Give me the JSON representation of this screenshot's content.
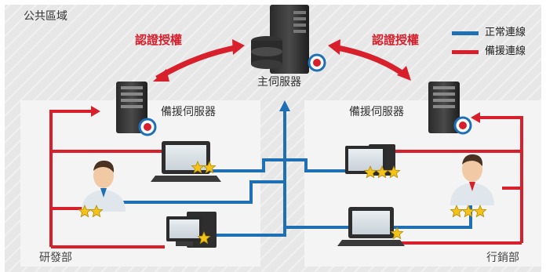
{
  "zone_label": "公共區域",
  "main_server_label": "主伺服器",
  "backup_server_left_label": "備援伺服器",
  "backup_server_right_label": "備援伺服器",
  "auth_left": "認證授權",
  "auth_right": "認證授權",
  "dept_left": "研發部",
  "dept_right": "行銷部",
  "legend": {
    "normal": "正常連線",
    "backup": "備援連線",
    "normal_color": "#1f6fb5",
    "backup_color": "#d7202c"
  },
  "devices_left": [
    {
      "type": "laptop",
      "stars": 2
    },
    {
      "type": "user",
      "stars": 2
    },
    {
      "type": "desktop",
      "stars": 1
    }
  ],
  "devices_right": [
    {
      "type": "desktop",
      "stars": 3
    },
    {
      "type": "user",
      "stars": 3
    },
    {
      "type": "laptop",
      "stars": 1
    }
  ]
}
